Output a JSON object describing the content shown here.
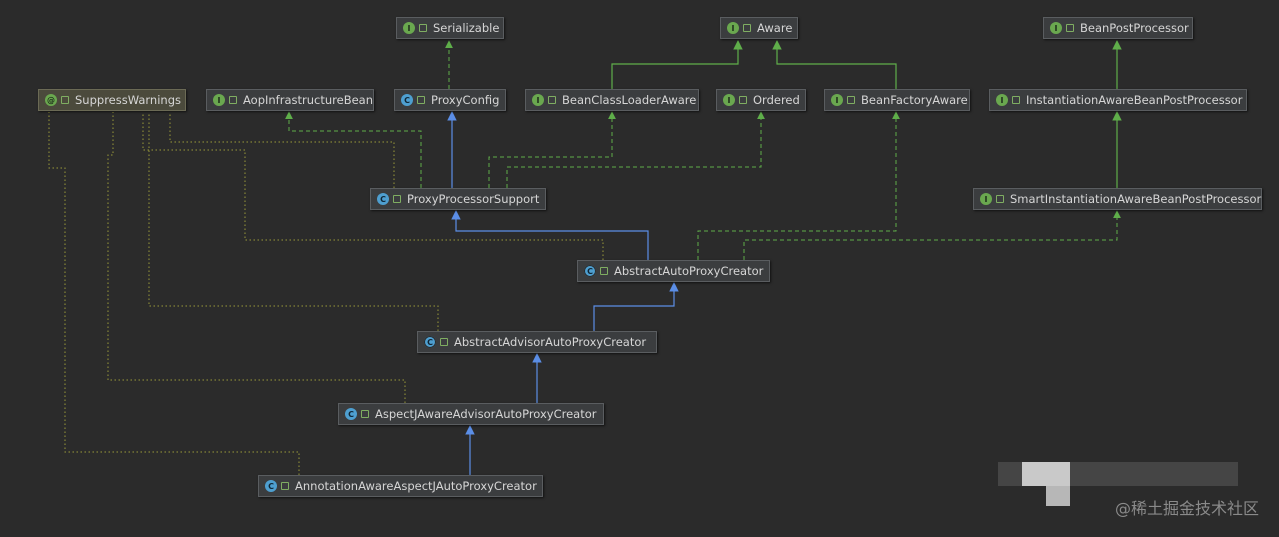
{
  "diagram": {
    "nodes": [
      {
        "id": "serializable",
        "kind": "interface",
        "badge": "I",
        "label": "Serializable"
      },
      {
        "id": "aware",
        "kind": "interface",
        "badge": "I",
        "label": "Aware"
      },
      {
        "id": "beanpostprocessor",
        "kind": "interface",
        "badge": "I",
        "label": "BeanPostProcessor"
      },
      {
        "id": "suppresswarnings",
        "kind": "annotation",
        "badge": "@",
        "label": "SuppressWarnings"
      },
      {
        "id": "aopinfrastructurebean",
        "kind": "interface",
        "badge": "I",
        "label": "AopInfrastructureBean"
      },
      {
        "id": "proxyconfig",
        "kind": "class",
        "badge": "C",
        "label": "ProxyConfig"
      },
      {
        "id": "beanclassloaderaware",
        "kind": "interface",
        "badge": "I",
        "label": "BeanClassLoaderAware"
      },
      {
        "id": "ordered",
        "kind": "interface",
        "badge": "I",
        "label": "Ordered"
      },
      {
        "id": "beanfactoryaware",
        "kind": "interface",
        "badge": "I",
        "label": "BeanFactoryAware"
      },
      {
        "id": "instantiationaware",
        "kind": "interface",
        "badge": "I",
        "label": "InstantiationAwareBeanPostProcessor"
      },
      {
        "id": "proxyprocessorsupport",
        "kind": "class",
        "badge": "C",
        "label": "ProxyProcessorSupport"
      },
      {
        "id": "smartinstantiationaware",
        "kind": "interface",
        "badge": "I",
        "label": "SmartInstantiationAwareBeanPostProcessor"
      },
      {
        "id": "abstractautoproxycreator",
        "kind": "abstract",
        "badge": "C",
        "label": "AbstractAutoProxyCreator"
      },
      {
        "id": "abstractadvisorautoproxycreator",
        "kind": "abstract",
        "badge": "C",
        "label": "AbstractAdvisorAutoProxyCreator"
      },
      {
        "id": "aspectjawareadvisorautoproxycreator",
        "kind": "class",
        "badge": "C",
        "label": "AspectJAwareAdvisorAutoProxyCreator"
      },
      {
        "id": "annotationawareaspectjautoproxycreator",
        "kind": "class",
        "badge": "C",
        "label": "AnnotationAwareAspectJAutoProxyCreator"
      }
    ],
    "edges": [
      {
        "from": "proxyconfig",
        "to": "serializable",
        "type": "implements"
      },
      {
        "from": "beanclassloaderaware",
        "to": "aware",
        "type": "extends-interface"
      },
      {
        "from": "beanfactoryaware",
        "to": "aware",
        "type": "extends-interface"
      },
      {
        "from": "instantiationaware",
        "to": "beanpostprocessor",
        "type": "extends-interface"
      },
      {
        "from": "smartinstantiationaware",
        "to": "instantiationaware",
        "type": "extends-interface"
      },
      {
        "from": "proxyprocessorsupport",
        "to": "proxyconfig",
        "type": "extends"
      },
      {
        "from": "proxyprocessorsupport",
        "to": "aopinfrastructurebean",
        "type": "implements"
      },
      {
        "from": "proxyprocessorsupport",
        "to": "beanclassloaderaware",
        "type": "implements"
      },
      {
        "from": "proxyprocessorsupport",
        "to": "ordered",
        "type": "implements"
      },
      {
        "from": "abstractautoproxycreator",
        "to": "proxyprocessorsupport",
        "type": "extends"
      },
      {
        "from": "abstractautoproxycreator",
        "to": "beanfactoryaware",
        "type": "implements"
      },
      {
        "from": "abstractautoproxycreator",
        "to": "smartinstantiationaware",
        "type": "implements"
      },
      {
        "from": "abstractadvisorautoproxycreator",
        "to": "abstractautoproxycreator",
        "type": "extends"
      },
      {
        "from": "aspectjawareadvisorautoproxycreator",
        "to": "abstractadvisorautoproxycreator",
        "type": "extends"
      },
      {
        "from": "annotationawareaspectjautoproxycreator",
        "to": "aspectjawareadvisorautoproxycreator",
        "type": "extends"
      },
      {
        "from": "proxyprocessorsupport",
        "to": "suppresswarnings",
        "type": "annotated"
      },
      {
        "from": "abstractautoproxycreator",
        "to": "suppresswarnings",
        "type": "annotated"
      },
      {
        "from": "abstractadvisorautoproxycreator",
        "to": "suppresswarnings",
        "type": "annotated"
      },
      {
        "from": "aspectjawareadvisorautoproxycreator",
        "to": "suppresswarnings",
        "type": "annotated"
      },
      {
        "from": "annotationawareaspectjautoproxycreator",
        "to": "suppresswarnings",
        "type": "annotated"
      }
    ]
  },
  "colors": {
    "background": "#2b2b2b",
    "extends": "#5b8ee6",
    "implements": "#5fae4a",
    "annotated": "#9a9a3a"
  },
  "watermark": "@稀土掘金技术社区"
}
